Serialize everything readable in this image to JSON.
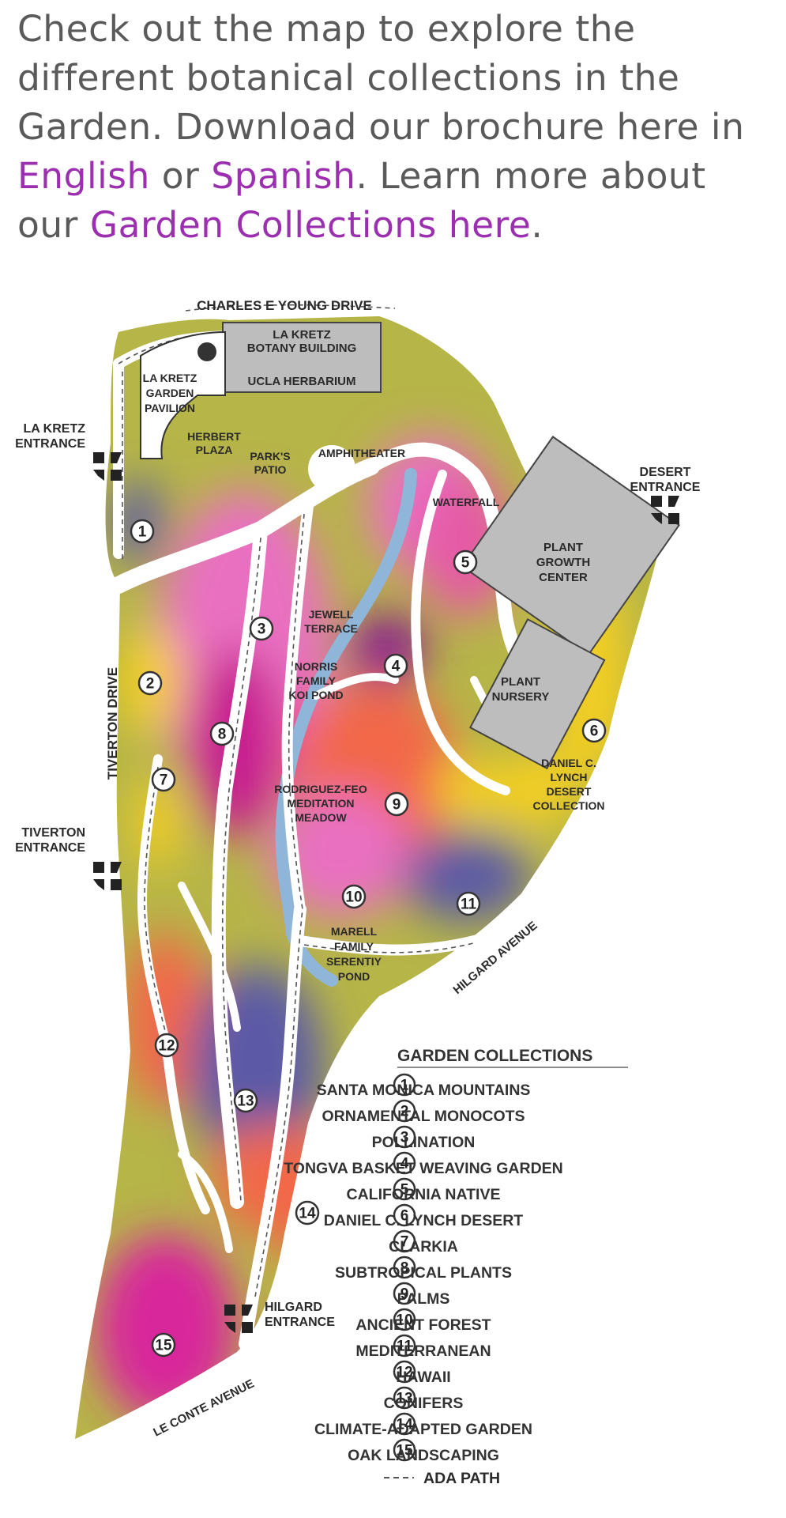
{
  "intro": {
    "part1": "Check out the map to explore the different botanical collections in the Garden. Download our brochure here in ",
    "link_english": "English",
    "part2": " or ",
    "link_spanish": "Spanish",
    "part3": ". Learn more about our ",
    "link_collections": "Garden Collections here",
    "part4": "."
  },
  "colors": {
    "text": "#5a5a5a",
    "link": "#9b2fb0",
    "olive": "#b6b548",
    "magenta": "#d8259b",
    "pink": "#e970c1",
    "orange": "#f26848",
    "yellow": "#f4cf20",
    "blue": "#5b5aa6",
    "light_blue": "#8fb6d8",
    "building": "#bdbdbd"
  },
  "map": {
    "streets": {
      "charles": "CHARLES E YOUNG DRIVE",
      "tiverton": "TIVERTON DRIVE",
      "hilgard": "HILGARD AVENUE",
      "leconte": "LE CONTE AVENUE"
    },
    "places": {
      "botany": [
        "LA KRETZ",
        "BOTANY BUILDING"
      ],
      "herbarium": "UCLA HERBARIUM",
      "pavilion": [
        "LA KRETZ",
        "GARDEN",
        "PAVILION"
      ],
      "lakretz_entrance": [
        "LA KRETZ",
        "ENTRANCE"
      ],
      "herbert_plaza": [
        "HERBERT",
        "PLAZA"
      ],
      "parks_patio": [
        "PARK'S",
        "PATIO"
      ],
      "amphitheater": "AMPHITHEATER",
      "desert_entrance": [
        "DESERT",
        "ENTRANCE"
      ],
      "waterfall": "WATERFALL",
      "plant_growth": [
        "PLANT",
        "GROWTH",
        "CENTER"
      ],
      "plant_nursery": [
        "PLANT",
        "NURSERY"
      ],
      "jewell": [
        "JEWELL",
        "TERRACE"
      ],
      "norris": [
        "NORRIS",
        "FAMILY",
        "KOI POND"
      ],
      "lynch": [
        "DANIEL C.",
        "LYNCH",
        "DESERT",
        "COLLECTION"
      ],
      "rodriguez": [
        "RODRIGUEZ-FEO",
        "MEDITATION",
        "MEADOW"
      ],
      "tiverton_entrance": [
        "TIVERTON",
        "ENTRANCE"
      ],
      "marell": [
        "MARELL",
        "FAMILY",
        "SERENTIY",
        "POND"
      ],
      "hilgard_entrance": [
        "HILGARD",
        "ENTRANCE"
      ]
    },
    "legend": {
      "title": "GARDEN COLLECTIONS",
      "items": [
        {
          "n": "1",
          "label": "SANTA MONICA MOUNTAINS"
        },
        {
          "n": "2",
          "label": "ORNAMENTAL MONOCOTS"
        },
        {
          "n": "3",
          "label": "POLLINATION"
        },
        {
          "n": "4",
          "label": "TONGVA BASKET WEAVING GARDEN"
        },
        {
          "n": "5",
          "label": "CALIFORNIA NATIVE"
        },
        {
          "n": "6",
          "label": "DANIEL C. LYNCH DESERT"
        },
        {
          "n": "7",
          "label": "CLARKIA"
        },
        {
          "n": "8",
          "label": "SUBTROPICAL PLANTS"
        },
        {
          "n": "9",
          "label": "PALMS"
        },
        {
          "n": "10",
          "label": "ANCIENT FOREST"
        },
        {
          "n": "11",
          "label": "MEDITERRANEAN"
        },
        {
          "n": "12",
          "label": "HAWAII"
        },
        {
          "n": "13",
          "label": "CONIFERS"
        },
        {
          "n": "14",
          "label": "CLIMATE-ADAPTED GARDEN"
        },
        {
          "n": "15",
          "label": "OAK LANDSCAPING"
        }
      ],
      "ada": "ADA PATH"
    }
  }
}
